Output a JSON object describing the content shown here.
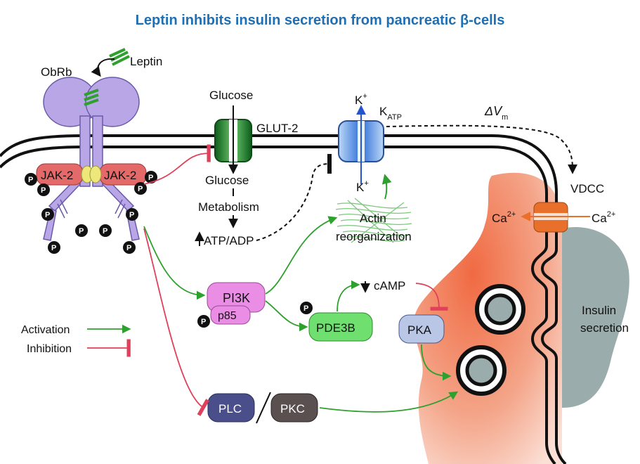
{
  "title": "Leptin inhibits insulin secretion from pancreatic β-cells",
  "labels": {
    "leptin": "Leptin",
    "obrb": "ObRb",
    "jak2_left": "JAK-2",
    "jak2_right": "JAK-2",
    "p": "P",
    "glucose_out": "Glucose",
    "glut2": "GLUT-2",
    "glucose_in": "Glucose",
    "metabolism": "Metabolism",
    "atp_adp": "ATP/ADP",
    "k_top": "K",
    "k_top_sup": "+",
    "katp": "K",
    "katp_sub": "ATP",
    "k_bottom": "K",
    "k_bottom_sup": "+",
    "delta_vm": "ΔV",
    "delta_vm_sub": "m",
    "vdcc": "VDCC",
    "ca_left": "Ca",
    "ca_left_sup": "2+",
    "ca_right": "Ca",
    "ca_right_sup": "2+",
    "actin_line1": "Actin",
    "actin_line2": "reorganization",
    "pi3k": "PI3K",
    "p85": "p85",
    "pde3b": "PDE3B",
    "camp": "cAMP",
    "pka": "PKA",
    "plc": "PLC",
    "pkc": "PKC",
    "insulin_line1": "Insulin",
    "insulin_line2": "secretion"
  },
  "legend": {
    "activation": "Activation",
    "inhibition": "Inhibition"
  },
  "colors": {
    "title": "#1f6fb5",
    "activation": "#2ea02e",
    "inhibition": "#e0405a",
    "receptor": "#b9a6e6",
    "jak2": "#e46a6a",
    "pi3k": "#e98ee4",
    "pde3b": "#6fe06f",
    "pka": "#b9c6e6",
    "plc": "#4a4f8c",
    "pkc": "#5a5050",
    "cell_body": "#f08a6a",
    "insulin_granule": "#9aacac",
    "glut2": "#2e8b3e",
    "katp": "#4a7fd8"
  }
}
